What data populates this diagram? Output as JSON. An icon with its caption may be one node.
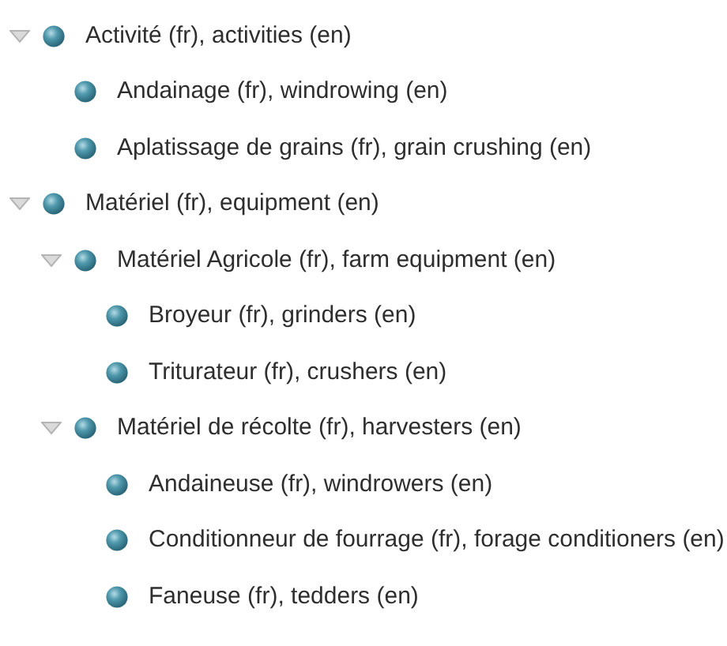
{
  "diagram": {
    "labels": [
      "Activité (fr), activities (en)",
      "Andainage (fr), windrowing (en)",
      "Aplatissage de grains (fr), grain crushing (en)",
      "Matériel (fr), equipment (en)",
      "Matériel Agricole (fr), farm equipment (en)",
      "Broyeur (fr), grinders (en)",
      "Triturateur (fr), crushers (en)",
      "Matériel de récolte (fr), harvesters (en)",
      "Andaineuse (fr), windrowers (en)",
      "Conditionneur de fourrage (fr), forage conditioners (en)",
      "Faneuse (fr), tedders (en)"
    ]
  }
}
